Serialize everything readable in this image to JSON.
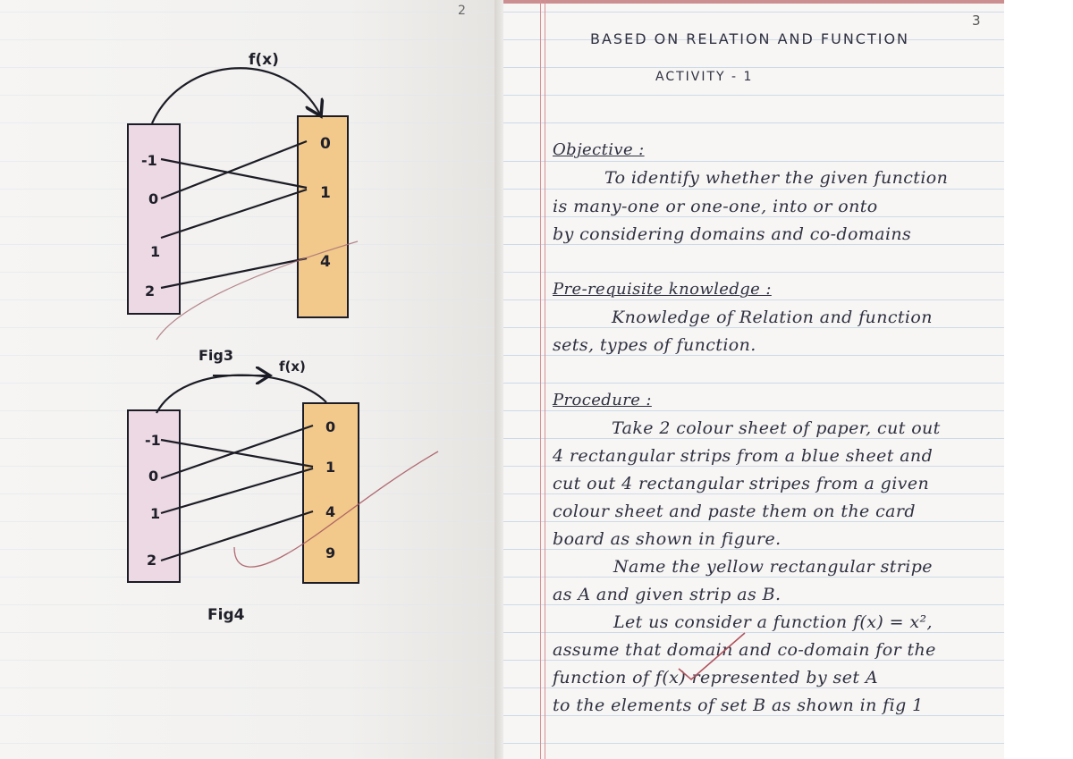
{
  "pages": {
    "left_number": "2",
    "right_number": "3"
  },
  "left": {
    "figures": [
      {
        "function_label": "f(x)",
        "domain_elements": [
          "-1",
          "0",
          "1",
          "2"
        ],
        "codomain_elements": [
          "0",
          "1",
          "4"
        ],
        "caption": "Fig3"
      },
      {
        "function_label": "f(x)",
        "domain_elements": [
          "-1",
          "0",
          "1",
          "2"
        ],
        "codomain_elements": [
          "0",
          "1",
          "4",
          "9"
        ],
        "caption": "Fig4"
      }
    ],
    "colors": {
      "domain_strip": "#ecd9e3",
      "codomain_strip": "#f2c98a"
    }
  },
  "right": {
    "title": "BASED ON RELATION AND FUNCTION",
    "subtitle": "ACTIVITY - 1",
    "objective_heading": "Objective :",
    "objective_lines": [
      "To identify whether the given function",
      "is many-one or one-one, into or onto",
      "by considering domains and co-domains"
    ],
    "prereq_heading": "Pre-requisite knowledge :",
    "prereq_lines": [
      "Knowledge of Relation and function",
      "sets, types of function."
    ],
    "procedure_heading": "Procedure :",
    "procedure_lines": [
      "Take 2 colour sheet of paper, cut out",
      "4 rectangular strips from a blue sheet and",
      "cut out 4 rectangular stripes from a given",
      "colour sheet and paste them on the card",
      "board as shown in figure.",
      "Name the yellow rectangular stripe",
      "as A and given strip as B.",
      "Let us consider a function f(x) = x²,",
      "assume that domain and co-domain for the",
      "function of f(x) represented by set A",
      "to the elements of set B as shown in fig 1"
    ]
  }
}
